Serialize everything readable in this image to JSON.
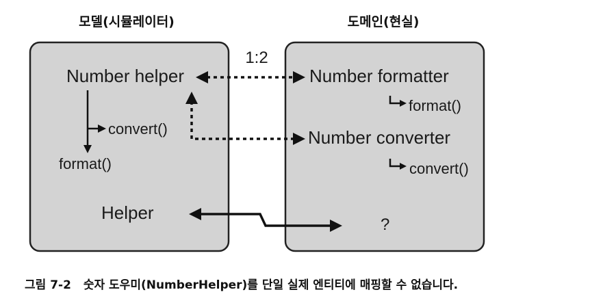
{
  "diagram": {
    "left_title": "모델(시뮬레이터)",
    "right_title": "도메인(현실)",
    "ratio": "1:2",
    "left_box": {
      "number_helper": "Number helper",
      "convert": "convert()",
      "format": "format()",
      "helper": "Helper"
    },
    "right_box": {
      "number_formatter": "Number formatter",
      "formatter_method": "format()",
      "number_converter": "Number converter",
      "converter_method": "convert()",
      "unknown": "?"
    }
  },
  "caption": {
    "figure_label": "그림 7-2",
    "text": "숫자 도우미(NumberHelper)를 단일 실제 엔티티에 매핑할 수 없습니다."
  }
}
